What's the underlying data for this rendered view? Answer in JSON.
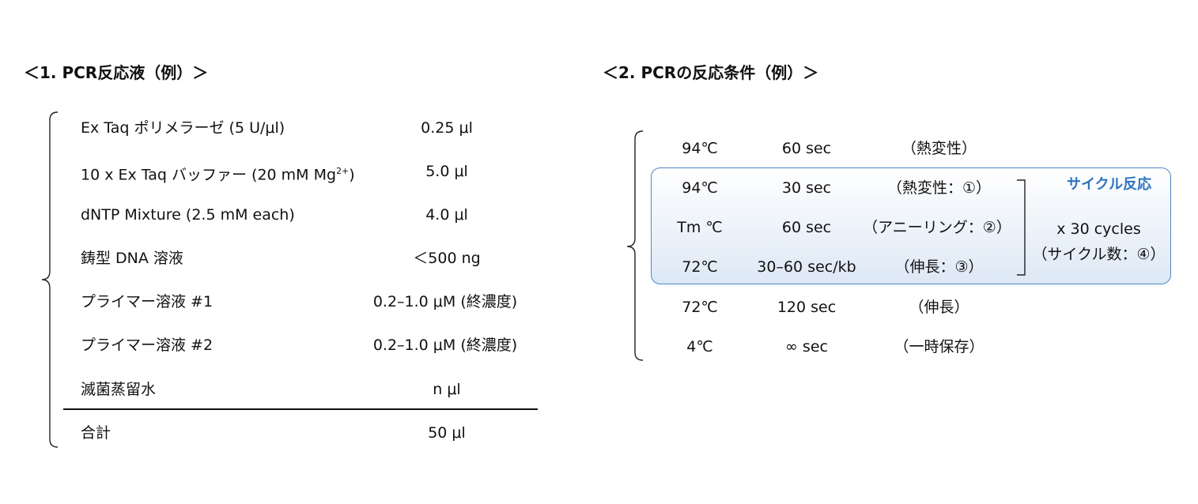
{
  "section1": {
    "title": "＜1. PCR反応液（例）＞",
    "reagents": [
      {
        "name": "Ex Taq ポリメラーゼ (5 U/μl)",
        "amount": "0.25 μl"
      },
      {
        "name": "10 x Ex Taq バッファー (20 mM Mg",
        "name_sup": "2+",
        "name_end": ")",
        "amount": "5.0 μl"
      },
      {
        "name": "dNTP Mixture (2.5 mM each)",
        "amount": "4.0 μl"
      },
      {
        "name": "鋳型 DNA 溶液",
        "amount": "＜500 ng"
      },
      {
        "name": "プライマー溶液 #1",
        "amount": "0.2–1.0 μM (終濃度)"
      },
      {
        "name": "プライマー溶液 #2",
        "amount": "0.2–1.0 μM (終濃度)"
      },
      {
        "name": "滅菌蒸留水",
        "amount": "n μl"
      }
    ],
    "total": {
      "name": "合計",
      "amount": "50 μl"
    }
  },
  "section2": {
    "title": "＜2. PCRの反応条件（例）＞",
    "steps": [
      {
        "temp": "94℃",
        "time": "60 sec",
        "note": "（熱変性）"
      },
      {
        "temp": "94℃",
        "time": "30 sec",
        "note": "（熱変性：①）"
      },
      {
        "temp": "Tm ℃",
        "time": "60 sec",
        "note": "（アニーリング：②）"
      },
      {
        "temp": "72℃",
        "time": "30–60 sec/kb",
        "note": "（伸長：③）"
      },
      {
        "temp": "72℃",
        "time": "120 sec",
        "note": "（伸長）"
      },
      {
        "temp": "4℃",
        "time": "∞ sec",
        "note": "（一時保存）"
      }
    ],
    "cycle_label": "サイクル反応",
    "cycles": "x 30 cycles",
    "cycles_note": "（サイクル数：④）"
  }
}
